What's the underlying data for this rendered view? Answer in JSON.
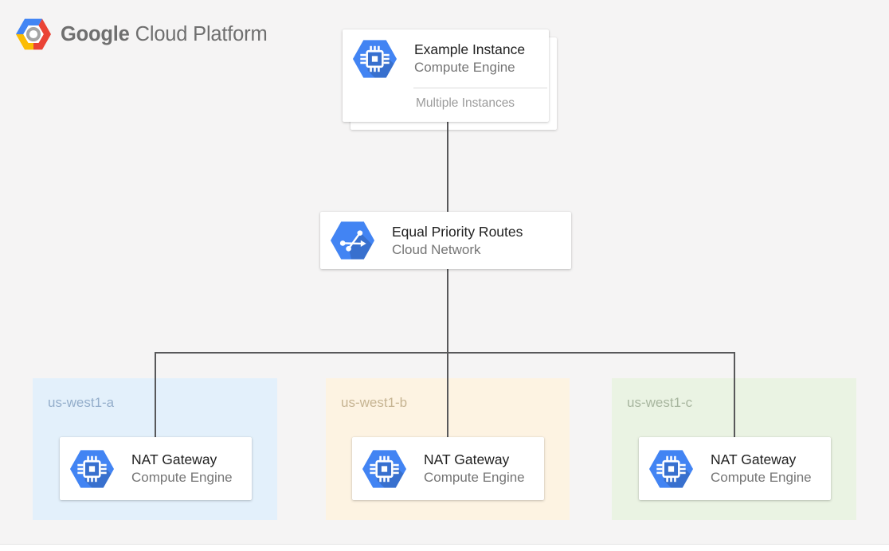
{
  "header": {
    "logo": {
      "icon": "google-cloud-platform-hexagon-logo",
      "text_google": "Google",
      "text_rest": "Cloud Platform"
    }
  },
  "diagram": {
    "example_instance": {
      "icon": "compute-engine-icon",
      "title": "Example Instance",
      "subtitle": "Compute Engine",
      "note": "Multiple Instances"
    },
    "routes": {
      "icon": "cloud-network-icon",
      "title": "Equal Priority Routes",
      "subtitle": "Cloud Network"
    },
    "zones": [
      {
        "label": "us-west1-a",
        "bg": "#E3F0FB",
        "label_color": "#94AECB",
        "node": {
          "icon": "compute-engine-icon",
          "title": "NAT Gateway",
          "subtitle": "Compute Engine"
        }
      },
      {
        "label": "us-west1-b",
        "bg": "#FDF3E2",
        "label_color": "#C6B492",
        "node": {
          "icon": "compute-engine-icon",
          "title": "NAT Gateway",
          "subtitle": "Compute Engine"
        }
      },
      {
        "label": "us-west1-c",
        "bg": "#EAF3E3",
        "label_color": "#A8B69F",
        "node": {
          "icon": "compute-engine-icon",
          "title": "NAT Gateway",
          "subtitle": "Compute Engine"
        }
      }
    ],
    "edges": [
      {
        "from": "Example Instance",
        "to": "Equal Priority Routes"
      },
      {
        "from": "Equal Priority Routes",
        "to": "NAT Gateway (us-west1-a)"
      },
      {
        "from": "Equal Priority Routes",
        "to": "NAT Gateway (us-west1-b)"
      },
      {
        "from": "Equal Priority Routes",
        "to": "NAT Gateway (us-west1-c)"
      }
    ]
  },
  "colors": {
    "canvas_bg": "#F5F4F4",
    "connector": "#58585A",
    "card_bg": "#FFFFFF",
    "divider": "#DBDBDB",
    "title_text": "#212121",
    "subtitle_text": "#757575",
    "note_text": "#9B9B9B",
    "logo_text": "#6F6F6F",
    "hexagon_blue": "#4284F3",
    "google_blue": "#4285F4",
    "google_red": "#EA4335",
    "google_yellow": "#FBBC04",
    "logo_ring_gray": "#A5A5A5"
  }
}
